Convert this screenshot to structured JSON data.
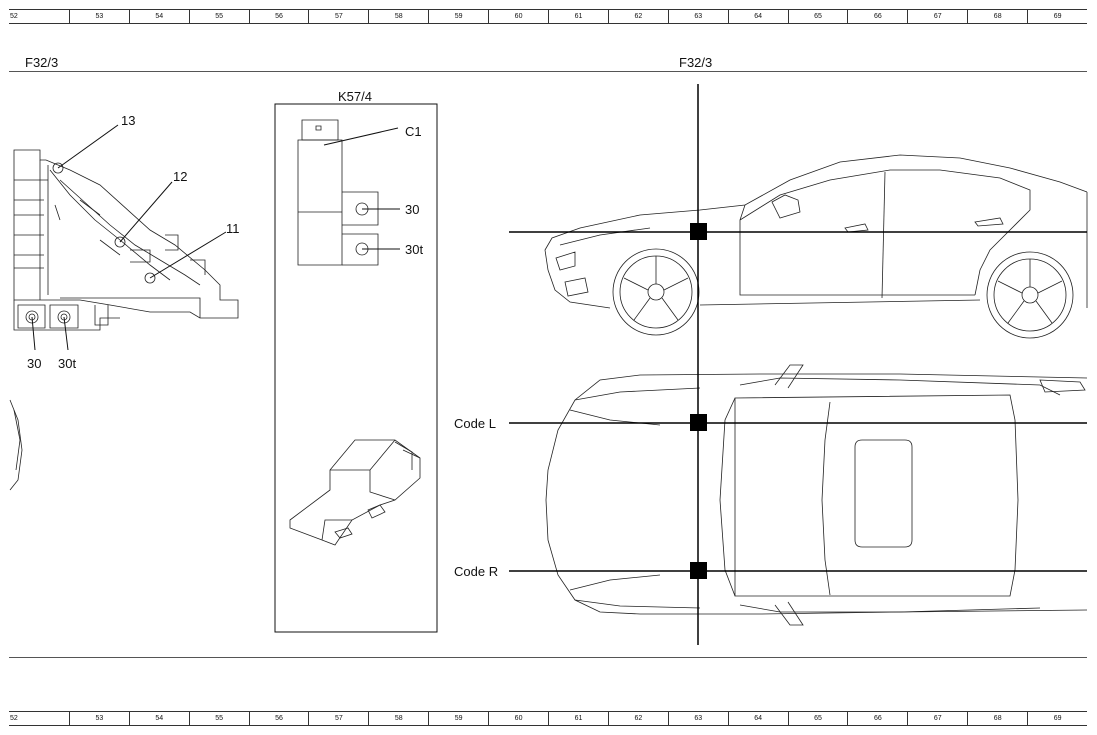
{
  "ruler": {
    "columns": [
      "52",
      "53",
      "54",
      "55",
      "56",
      "57",
      "58",
      "59",
      "60",
      "61",
      "62",
      "63",
      "64",
      "65",
      "66",
      "67",
      "68",
      "69"
    ]
  },
  "sections": {
    "left_title": "F32/3",
    "right_title": "F32/3"
  },
  "left_component": {
    "callouts": {
      "c13": "13",
      "c12": "12",
      "c11": "11",
      "c30": "30",
      "c30t": "30t"
    }
  },
  "relay": {
    "title": "K57/4",
    "callouts": {
      "c1": "C1",
      "c30": "30",
      "c30t": "30t"
    }
  },
  "vehicle_view": {
    "code_left": "Code L",
    "code_right": "Code R"
  }
}
